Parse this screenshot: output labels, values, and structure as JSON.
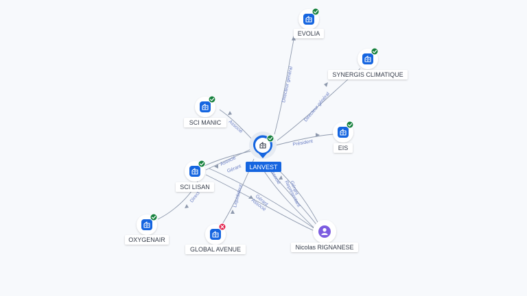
{
  "center": {
    "label": "LANVEST",
    "status": "active",
    "icon": "building-icon"
  },
  "nodes": [
    {
      "id": "evolia",
      "label": "EVOLIA",
      "status": "active",
      "icon": "building-icon"
    },
    {
      "id": "synergis",
      "label": "SYNERGIS CLIMATIQUE",
      "status": "active",
      "icon": "building-icon"
    },
    {
      "id": "eis",
      "label": "EIS",
      "status": "active",
      "icon": "building-icon"
    },
    {
      "id": "scimanic",
      "label": "SCI MANIC",
      "status": "active",
      "icon": "building-icon"
    },
    {
      "id": "scilisan",
      "label": "SCI LISAN",
      "status": "active",
      "icon": "building-icon"
    },
    {
      "id": "oxygenair",
      "label": "OXYGENAIR",
      "status": "active",
      "icon": "building-icon"
    },
    {
      "id": "globalavenue",
      "label": "GLOBAL AVENUE",
      "status": "closed",
      "icon": "building-icon"
    },
    {
      "id": "nicolas",
      "label": "Nicolas RIGNANESE",
      "status": "person",
      "icon": "person-icon"
    }
  ],
  "edge_labels": {
    "evolia": "Directeur général",
    "synergis": "Directeur général",
    "eis": "Président",
    "scimanic": "Associé",
    "scilisan_1": "Associé",
    "scilisan_2": "Gérant",
    "oxygenair": "Direct",
    "globalavenue": "Liquidateur",
    "nicolas_1": "Gérant",
    "nicolas_2": "Représentant",
    "nicolas_3": "Gérant",
    "nicolas_4": "Associé",
    "nicolas_5": "Associé"
  },
  "colors": {
    "accent": "#1565e0",
    "active": "#15803d",
    "closed": "#e11d48",
    "person": "#7c5ce0",
    "edge": "#8e99ad",
    "edge_label": "#6b7fc4"
  }
}
